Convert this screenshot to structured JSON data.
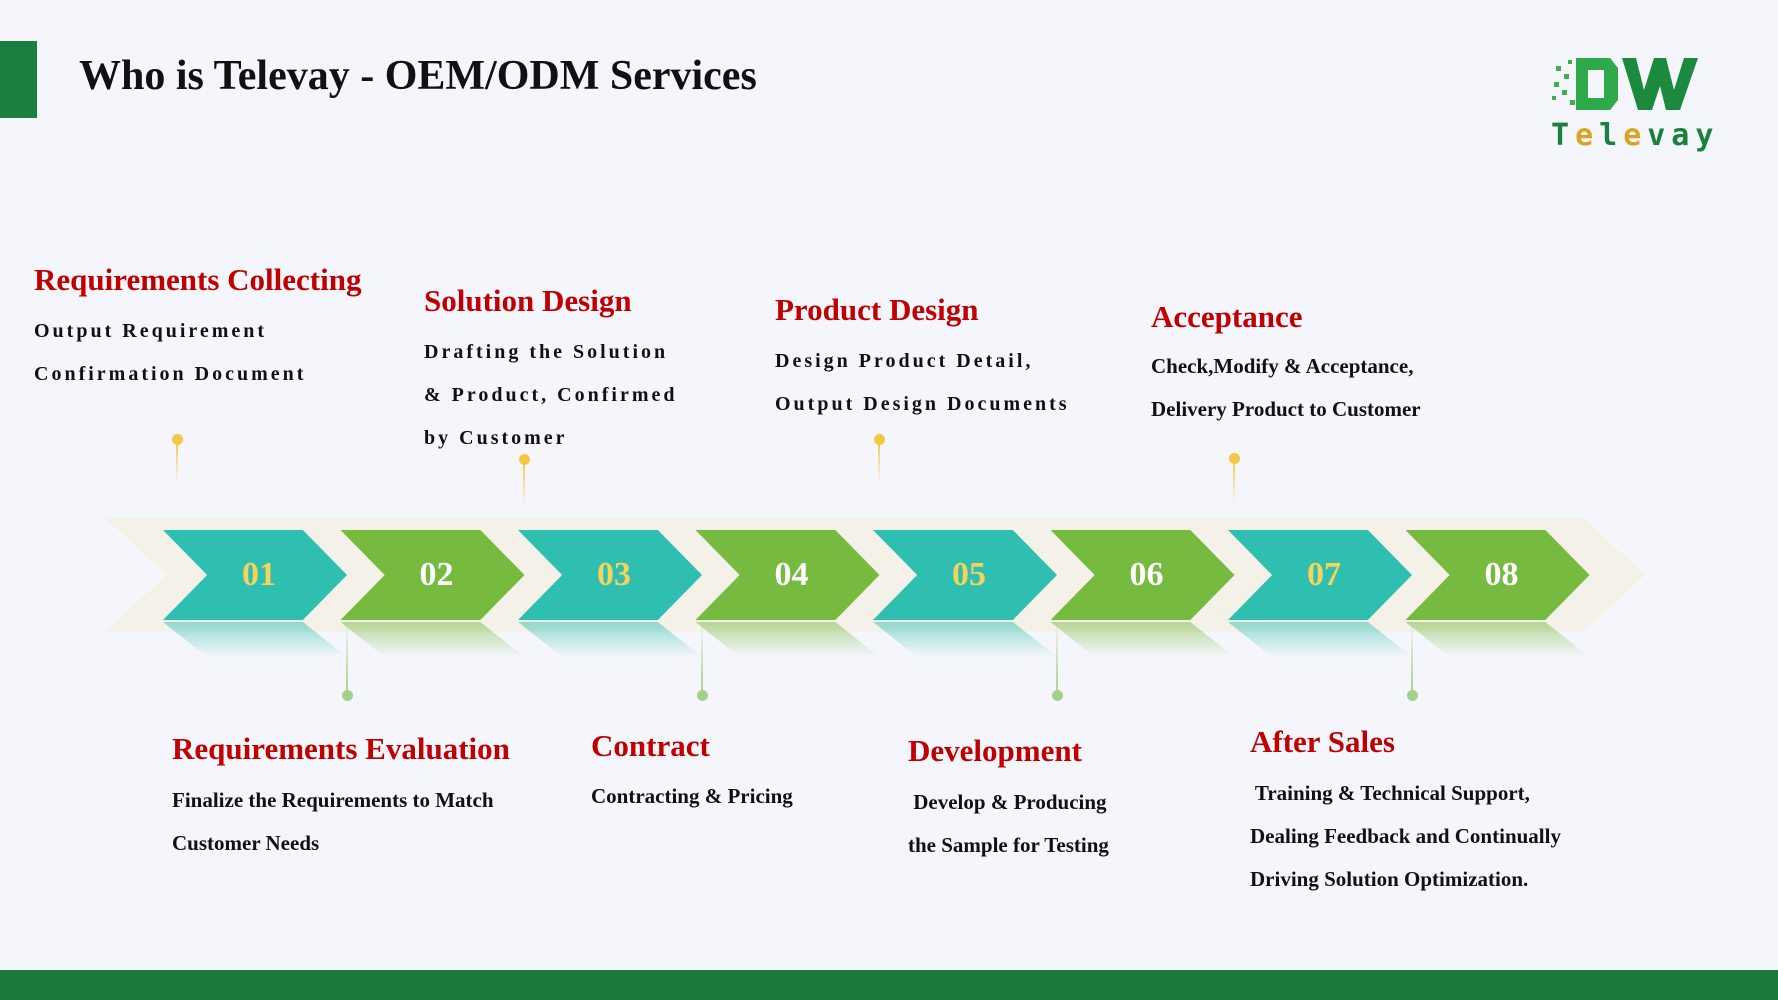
{
  "header": {
    "title": "Who is Televay - OEM/ODM Services"
  },
  "logo": {
    "mark": "DW",
    "name_parts": [
      "T",
      "e",
      "l",
      "e",
      "vay"
    ]
  },
  "colors": {
    "teal": "#2ebfb0",
    "green": "#76bb40",
    "red": "#c00000",
    "brand": "#1b7f3f"
  },
  "steps": [
    "01",
    "02",
    "03",
    "04",
    "05",
    "06",
    "07",
    "08"
  ],
  "top_stages": [
    {
      "title": "Requirements Collecting",
      "lines": [
        "Output Requirement",
        "Confirmation Document"
      ]
    },
    {
      "title": "Solution Design",
      "lines": [
        "Drafting the Solution",
        "& Product, Confirmed",
        "by Customer"
      ]
    },
    {
      "title": "Product Design",
      "lines": [
        "Design Product Detail,",
        "Output Design Documents"
      ]
    },
    {
      "title": "Acceptance",
      "lines": [
        "Check,Modify & Acceptance,",
        "Delivery Product to Customer"
      ]
    }
  ],
  "bottom_stages": [
    {
      "title": "Requirements Evaluation",
      "lines": [
        "Finalize the Requirements to Match",
        "Customer Needs"
      ]
    },
    {
      "title": "Contract",
      "lines": [
        "Contracting & Pricing"
      ]
    },
    {
      "title": "Development",
      "lines": [
        " Develop & Producing",
        "the Sample for Testing"
      ]
    },
    {
      "title": "After Sales",
      "lines": [
        " Training & Technical Support,",
        "Dealing Feedback and Continually",
        "Driving Solution Optimization."
      ]
    }
  ]
}
